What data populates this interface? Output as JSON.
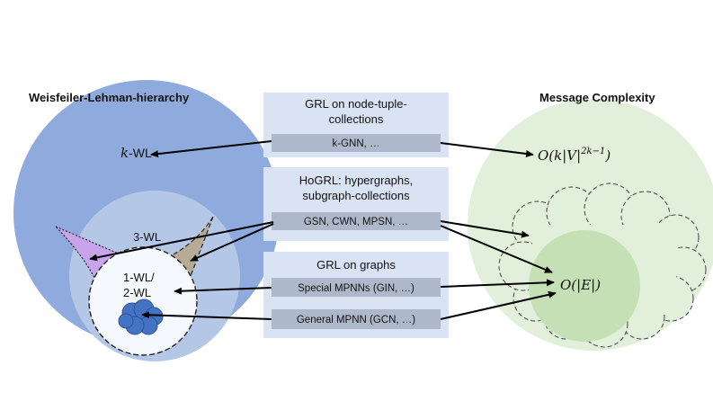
{
  "left_panel": {
    "title": "Weisfeiler-Lehman-hierarchy",
    "kwl_label_var": "k",
    "kwl_label_rest": "-WL",
    "wl3_label": "3-WL",
    "wl12_label_line1": "1-WL/",
    "wl12_label_line2": "2-WL"
  },
  "right_panel": {
    "title": "Message Complexity",
    "big_complexity": "O(k|V|^{2k−1})",
    "big_complexity_base": "O(k|V|",
    "big_complexity_exp": "2k−1",
    "big_complexity_close": ")",
    "small_complexity": "O(|E|)"
  },
  "middle_boxes": [
    {
      "title_line1": "GRL on node-tuple-",
      "title_line2": "collections",
      "items": [
        "k-GNN, …"
      ]
    },
    {
      "title_line1": "HoGRL: hypergraphs,",
      "title_line2": "subgraph-collections",
      "items": [
        "GSN, CWN, MPSN, …"
      ]
    },
    {
      "title_line1": "GRL on graphs",
      "title_line2": "",
      "items": [
        "Special MPNNs (GIN, …)",
        "General MPNN (GCN, …)"
      ]
    }
  ],
  "colors": {
    "kwl_circle": "#8faadc",
    "wl3_circle": "#b4c7e7",
    "wl12_circle": "#f5f8fc",
    "blob_dark": "#4472c4",
    "purple_region": "#c7a4ec",
    "tan_region": "#b7ab95",
    "right_big": "#e2efda",
    "right_small": "#c5e0b4",
    "middle_box_bg": "#dae3f3",
    "item_bar": "#adb9ca",
    "arrow": "#000000"
  }
}
